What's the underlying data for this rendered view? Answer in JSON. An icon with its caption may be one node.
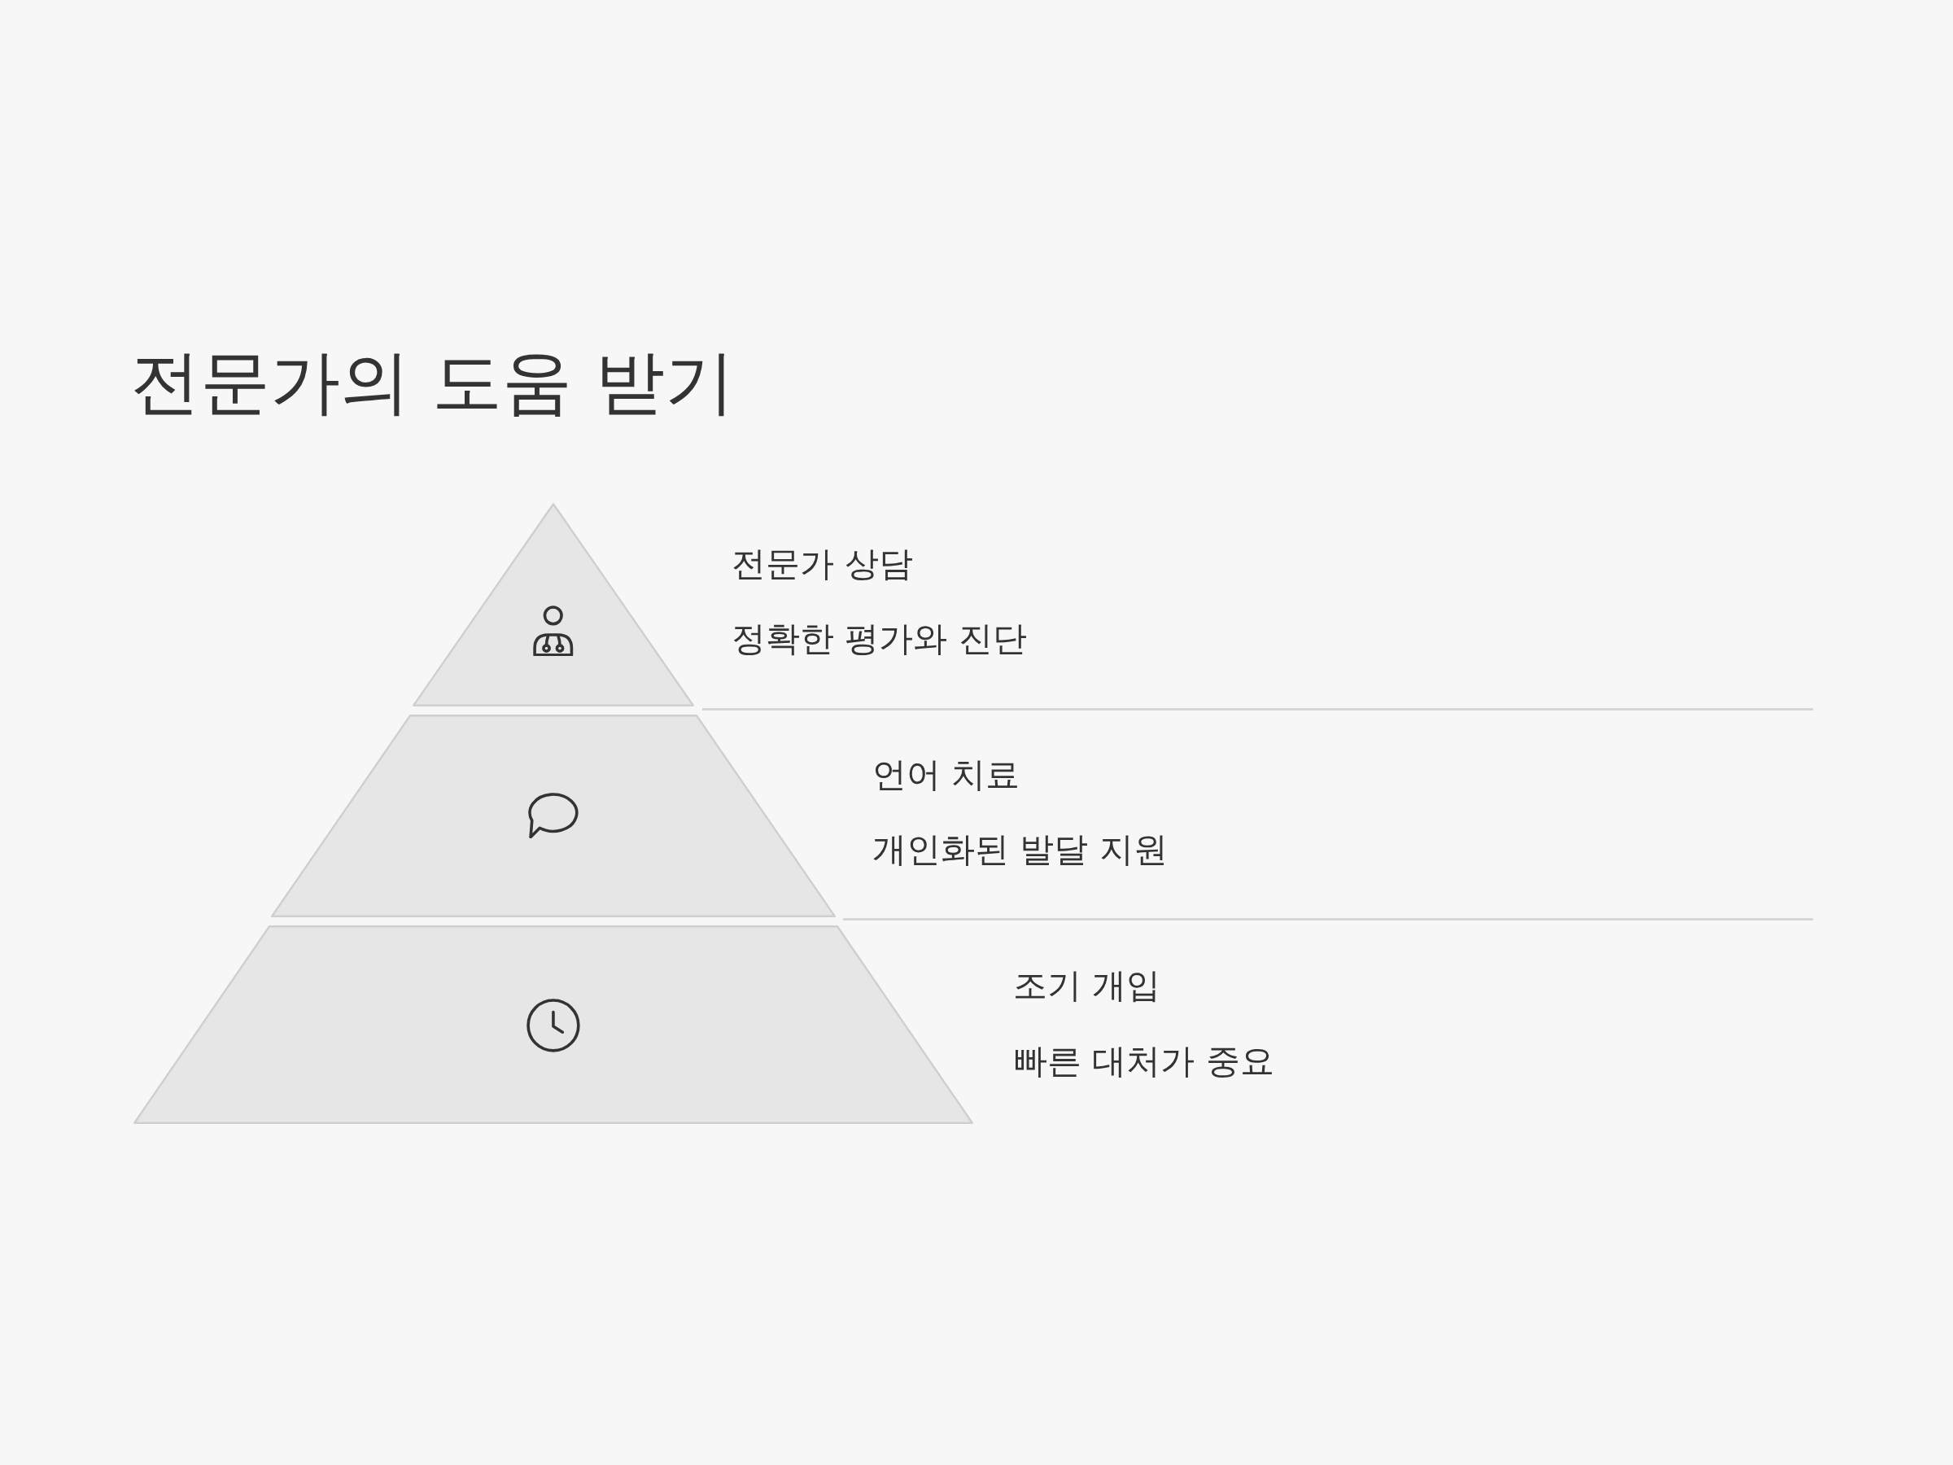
{
  "diagram": {
    "title": "전문가의 도움 받기",
    "nodes": [
      {
        "text": [],
        "shape": "triangle",
        "beside": [
          "전문가 상담",
          "정확한 평가와 진단"
        ]
      },
      {
        "text": [],
        "shape": "trapezoid",
        "beside": [
          "언어 치료",
          "개인화된 발달 지원"
        ]
      },
      {
        "text": [],
        "shape": "trapezoid",
        "beside": [
          "조기 개입",
          "빠른 대처가 중요"
        ]
      }
    ]
  }
}
